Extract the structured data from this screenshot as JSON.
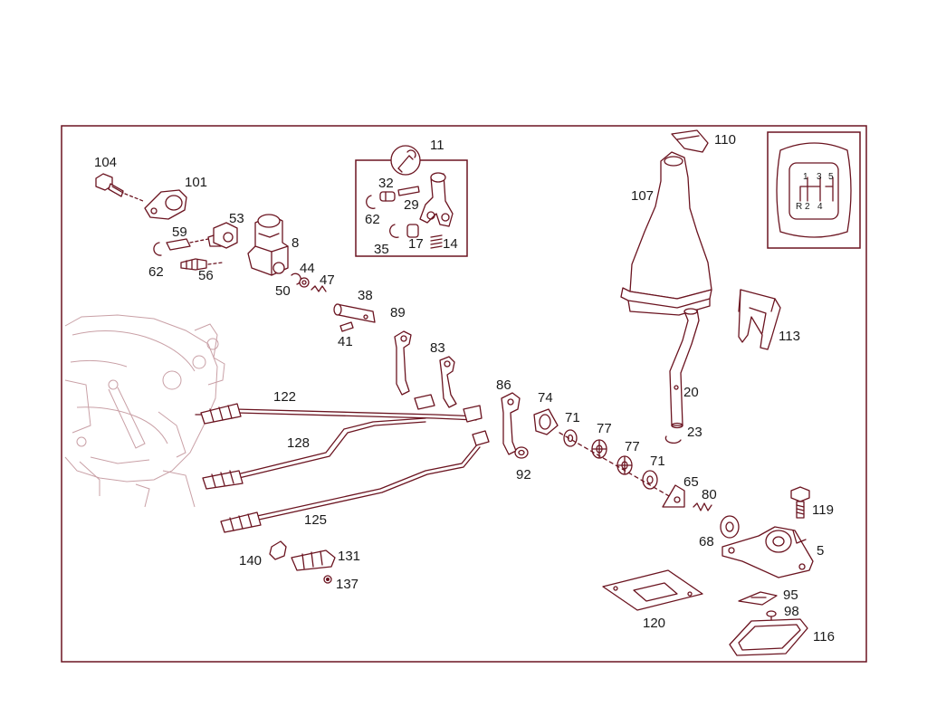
{
  "callouts": [
    {
      "id": "104",
      "label": "104"
    },
    {
      "id": "101",
      "label": "101"
    },
    {
      "id": "59",
      "label": "59"
    },
    {
      "id": "62a",
      "label": "62"
    },
    {
      "id": "56",
      "label": "56"
    },
    {
      "id": "53",
      "label": "53"
    },
    {
      "id": "8",
      "label": "8"
    },
    {
      "id": "44",
      "label": "44"
    },
    {
      "id": "47",
      "label": "47"
    },
    {
      "id": "50",
      "label": "50"
    },
    {
      "id": "11",
      "label": "11"
    },
    {
      "id": "32",
      "label": "32"
    },
    {
      "id": "29",
      "label": "29"
    },
    {
      "id": "62b",
      "label": "62"
    },
    {
      "id": "35",
      "label": "35"
    },
    {
      "id": "17",
      "label": "17"
    },
    {
      "id": "14",
      "label": "14"
    },
    {
      "id": "38",
      "label": "38"
    },
    {
      "id": "41",
      "label": "41"
    },
    {
      "id": "89",
      "label": "89"
    },
    {
      "id": "83",
      "label": "83"
    },
    {
      "id": "122",
      "label": "122"
    },
    {
      "id": "128",
      "label": "128"
    },
    {
      "id": "125",
      "label": "125"
    },
    {
      "id": "140",
      "label": "140"
    },
    {
      "id": "131",
      "label": "131"
    },
    {
      "id": "137",
      "label": "137"
    },
    {
      "id": "86",
      "label": "86"
    },
    {
      "id": "74",
      "label": "74"
    },
    {
      "id": "71a",
      "label": "71"
    },
    {
      "id": "77a",
      "label": "77"
    },
    {
      "id": "77b",
      "label": "77"
    },
    {
      "id": "71b",
      "label": "71"
    },
    {
      "id": "92",
      "label": "92"
    },
    {
      "id": "65",
      "label": "65"
    },
    {
      "id": "80",
      "label": "80"
    },
    {
      "id": "68",
      "label": "68"
    },
    {
      "id": "5",
      "label": "5"
    },
    {
      "id": "119",
      "label": "119"
    },
    {
      "id": "95",
      "label": "95"
    },
    {
      "id": "98",
      "label": "98"
    },
    {
      "id": "120",
      "label": "120"
    },
    {
      "id": "116",
      "label": "116"
    },
    {
      "id": "110",
      "label": "110"
    },
    {
      "id": "107",
      "label": "107"
    },
    {
      "id": "113",
      "label": "113"
    },
    {
      "id": "20",
      "label": "20"
    },
    {
      "id": "23",
      "label": "23"
    }
  ],
  "shift_pattern": {
    "top": [
      "1",
      "3",
      "5"
    ],
    "bottom": [
      "R",
      "2",
      "4"
    ]
  },
  "colors": {
    "line": "#6b1420",
    "text": "#1a1a1a",
    "background": "#ffffff"
  },
  "icons": {
    "tool_kit_badge": "wrench-icon"
  }
}
